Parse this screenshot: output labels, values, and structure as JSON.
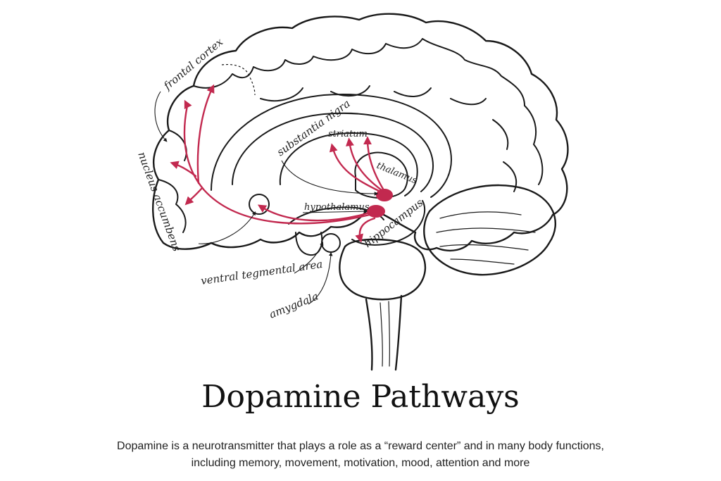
{
  "title": "Dopamine Pathways",
  "description_line1": "Dopamine is a neurotransmitter that plays a role as a “reward center” and in many body functions,",
  "description_line2": "including memory, movement, motivation, mood, attention and more",
  "labels": {
    "frontal_cortex": "frontal cortex",
    "substantia_nigra": "substantia nigra",
    "striatum": "striatum",
    "thalamus": "thalamus",
    "nucleus_accumbens": "nucleus accumbens",
    "hypothalamus": "hypothalamus",
    "hippocampus": "hippocampus",
    "ventral_tegmental_area": "ventral tegmental area",
    "amygdala": "amygdala"
  },
  "colors": {
    "pathway": "#c2294f",
    "outline": "#1a1a1a",
    "background": "#ffffff"
  }
}
